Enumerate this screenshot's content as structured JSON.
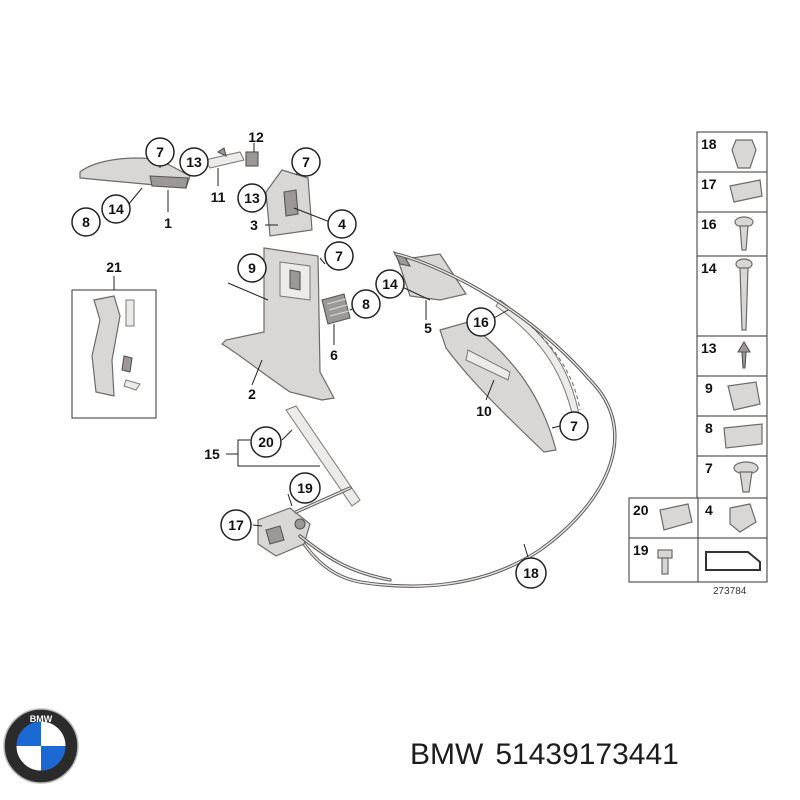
{
  "diagram": {
    "callouts": [
      {
        "id": "c7a",
        "label": "7"
      },
      {
        "id": "c13a",
        "label": "13"
      },
      {
        "id": "c12",
        "label": "12"
      },
      {
        "id": "c13b",
        "label": "13"
      },
      {
        "id": "c7b",
        "label": "7"
      },
      {
        "id": "c14a",
        "label": "14"
      },
      {
        "id": "c8a",
        "label": "8"
      },
      {
        "id": "c1",
        "label": "1"
      },
      {
        "id": "c11",
        "label": "11"
      },
      {
        "id": "c3",
        "label": "3"
      },
      {
        "id": "c4",
        "label": "4"
      },
      {
        "id": "c9",
        "label": "9"
      },
      {
        "id": "c7c",
        "label": "7"
      },
      {
        "id": "c21",
        "label": "21"
      },
      {
        "id": "c14b",
        "label": "14"
      },
      {
        "id": "c8b",
        "label": "8"
      },
      {
        "id": "c5",
        "label": "5"
      },
      {
        "id": "c6",
        "label": "6"
      },
      {
        "id": "c16",
        "label": "16"
      },
      {
        "id": "c2",
        "label": "2"
      },
      {
        "id": "c10",
        "label": "10"
      },
      {
        "id": "c7d",
        "label": "7"
      },
      {
        "id": "c20",
        "label": "20"
      },
      {
        "id": "c15",
        "label": "15"
      },
      {
        "id": "c19",
        "label": "19"
      },
      {
        "id": "c17",
        "label": "17"
      },
      {
        "id": "c18",
        "label": "18"
      }
    ],
    "legend": {
      "rows": [
        "18",
        "17",
        "16",
        "14",
        "13",
        "9",
        "8",
        "7"
      ],
      "bottom_left": [
        "20",
        "19"
      ],
      "bottom_right": [
        "4"
      ],
      "figure_number": "273784"
    }
  },
  "footer": {
    "brand": "BMW",
    "part_number": "51439173441"
  },
  "icons": {
    "logo": "bmw-roundel-icon",
    "colors": {
      "roundel_blue": "#1c69d4",
      "roundel_ring": "#2b2b2b",
      "part_gray": "#d9d7d6"
    }
  }
}
